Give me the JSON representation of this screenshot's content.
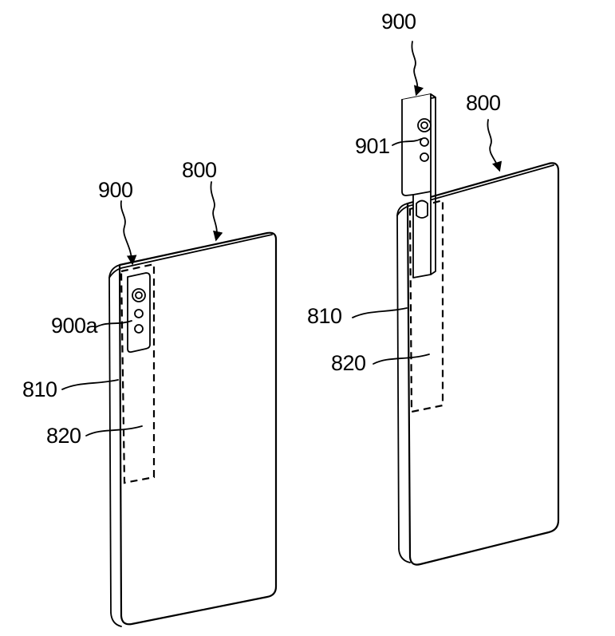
{
  "labels": {
    "left_device": "800",
    "left_module": "900",
    "left_module_window": "900a",
    "left_housing": "810",
    "left_slot": "820",
    "right_module": "900",
    "right_device": "800",
    "right_module_part": "901",
    "right_housing": "810",
    "right_slot": "820"
  }
}
